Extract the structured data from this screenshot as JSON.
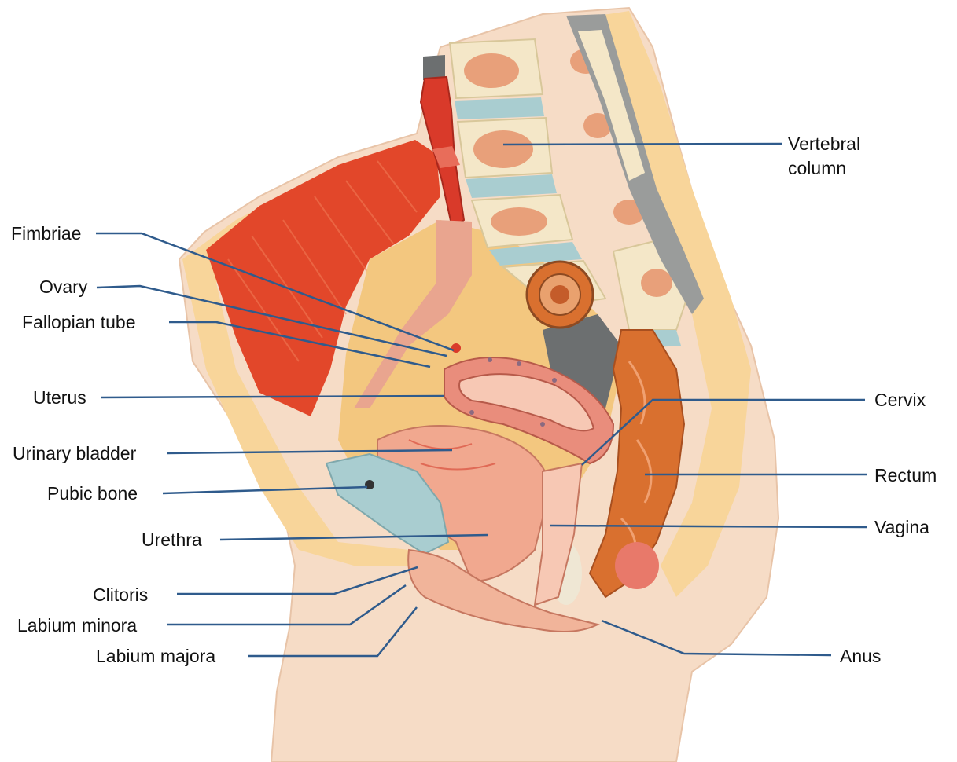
{
  "labels": {
    "vertebral_column_1": "Vertebral",
    "vertebral_column_2": "column",
    "fimbriae": "Fimbriae",
    "ovary": "Ovary",
    "fallopian_tube": "Fallopian tube",
    "uterus": "Uterus",
    "urinary_bladder": "Urinary bladder",
    "pubic_bone": "Pubic bone",
    "urethra": "Urethra",
    "clitoris": "Clitoris",
    "labium_minora": "Labium minora",
    "labium_majora": "Labium majora",
    "cervix": "Cervix",
    "rectum": "Rectum",
    "vagina": "Vagina",
    "anus": "Anus"
  },
  "colors": {
    "leader_line": "#2f5b8c",
    "skin": "#f6dcc6",
    "fat": "#f8d59a",
    "muscle": "#e2472a",
    "bone": "#f4e7c8",
    "bone_marrow": "#e8a07a",
    "cartilage": "#a9cdd0",
    "organ_pink": "#f1a88f",
    "uterus_wall": "#e98d7c",
    "rectum": "#d9702f",
    "bowel_gray": "#6c6f70",
    "artery": "#d93a2a"
  }
}
